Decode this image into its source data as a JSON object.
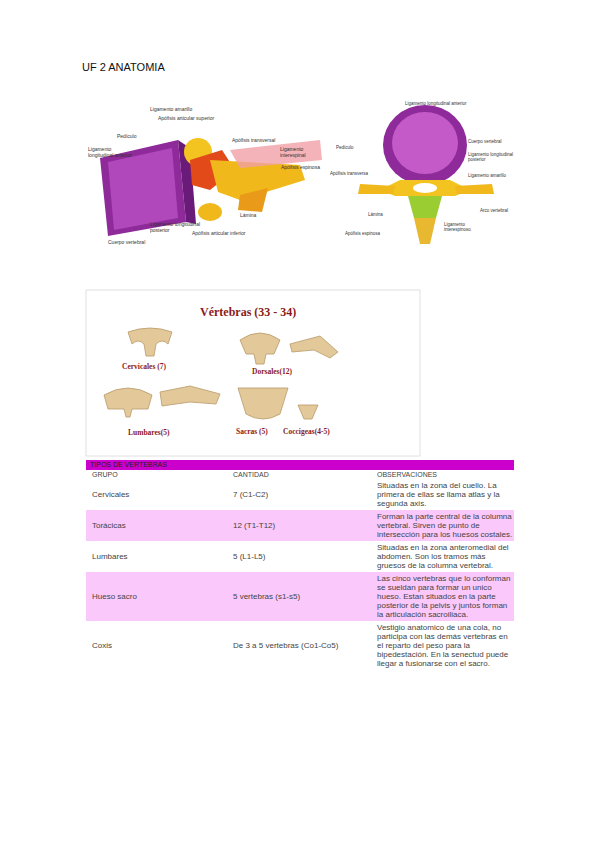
{
  "diagram": {
    "title": "UF 2 ANATOMIA",
    "labels": [
      "Ligamento amarillo",
      "Apófisis articular superior",
      "Pedículo",
      "Ligamento longitudinal anterior",
      "Apófisis transversal",
      "Ligamento interespinal",
      "Apófisis espinosa",
      "Lámina",
      "Ligamento longitudinal posterior",
      "Apófisis articular inferior",
      "Cuerpo vertebral",
      "Ligamento longitudinal anterior",
      "Cuerpo vertebral",
      "Pedículo",
      "Ligamento longitudinal posterior",
      "Apófisis transversa",
      "Ligamento amarillo",
      "Lámina",
      "Arco vertebral",
      "Apófisis espinosa",
      "Ligamento interespinoso",
      "Vértebras (33 - 34)",
      "Cervicales (7)",
      "Dorsales(12)",
      "Lumbares(5)",
      "Sacras (5)",
      "Coccigeas(4-5)",
      "TIPOS DE VERTEBRAS",
      "GRUPO",
      "CANTIDAD",
      "OBSERVACIONES",
      "Cervicales",
      "7 (C1-C2)",
      "Situadas en la zona del cuello. La primera de ellas se llama atlas y la segunda axis.",
      "Torácicas",
      "12 (T1-T12)",
      "Forman la parte central de la columna vertebral. Sirven de punto de intersección para los huesos costales.",
      "Lumbares",
      "5 (L1-L5)",
      "Situadas en la zona anteromedial del abdomen. Son los tramos más gruesos de la columna vertebral.",
      "Hueso sacro",
      "5 vertebras (s1-s5)",
      "Las cinco vertebras que lo conforman se sueldan para formar un unico hueso. Estan situados en la parte posterior de la pelvis y juntos forman la articulación sacroiliaca.",
      "Coxis",
      "De 3 a 5 vertebras (Co1-Co5)",
      "Vestigio anatomico de una cola, no participa con las demás vertebras en el reparto del peso para la bipedestación. En la senectud puede llegar a fusionarse con el sacro."
    ]
  }
}
